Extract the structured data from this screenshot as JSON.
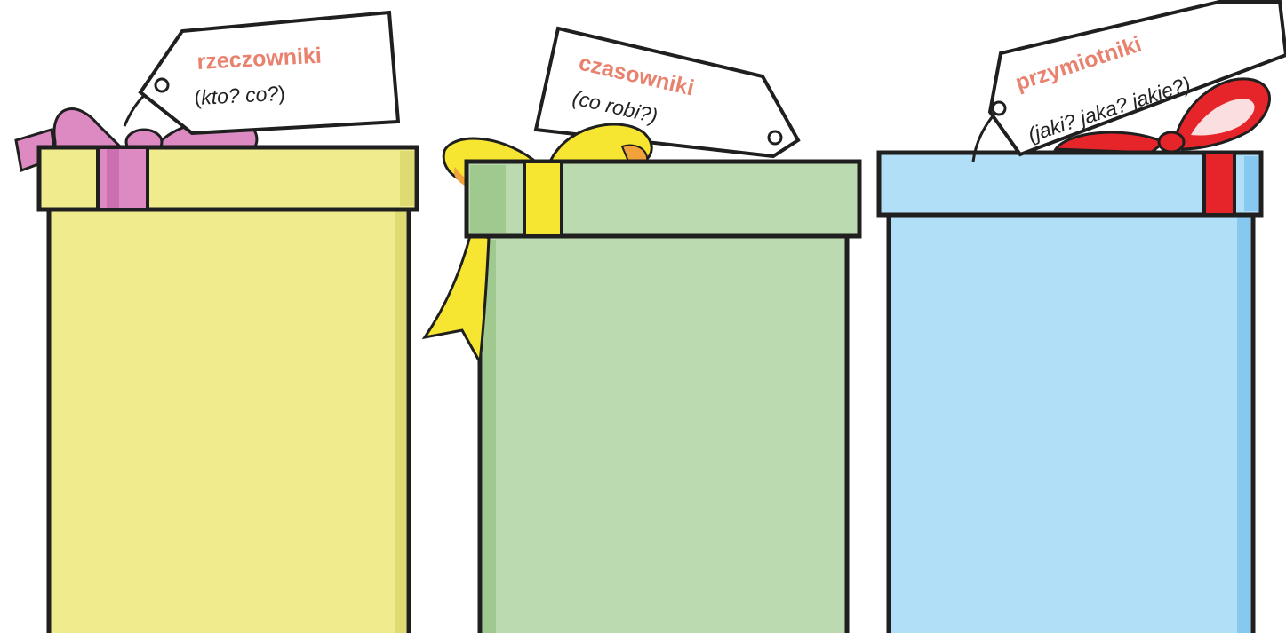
{
  "colors": {
    "outline": "#1f1f1f",
    "label": "#e8826f",
    "yellow_box": "#f0ec8e",
    "yellow_shade": "#dedb73",
    "green_box": "#bcdaaf",
    "green_shade": "#9fc98f",
    "blue_box": "#b1dff7",
    "blue_shade": "#86c8ef",
    "pink_ribbon": "#dd8ac3",
    "yellow_ribbon": "#f6e631",
    "red_ribbon": "#e5252a"
  },
  "gifts": [
    {
      "name": "yellow-gift",
      "tag_title": "rzeczowniki",
      "tag_subtitle_open": "(",
      "tag_subtitle_italic": "kto? co?",
      "tag_subtitle_close": ")",
      "ribbon": "pink-bow-icon"
    },
    {
      "name": "green-gift",
      "tag_title": "czasowniki",
      "tag_subtitle_open": "",
      "tag_subtitle_italic": "(co robi?)",
      "tag_subtitle_close": "",
      "ribbon": "yellow-bow-icon"
    },
    {
      "name": "blue-gift",
      "tag_title": "przymiotniki",
      "tag_subtitle_open": "",
      "tag_subtitle_italic": "(jaki? jaka? jakie?)",
      "tag_subtitle_close": "",
      "ribbon": "red-bow-icon"
    }
  ]
}
